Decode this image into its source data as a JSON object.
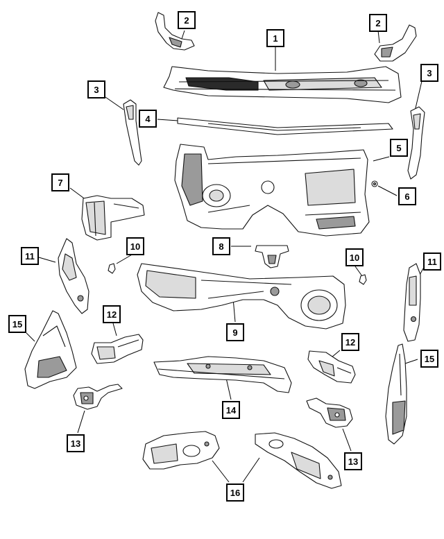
{
  "callouts": [
    {
      "id": "c1",
      "label": "1"
    },
    {
      "id": "c2a",
      "label": "2"
    },
    {
      "id": "c2b",
      "label": "2"
    },
    {
      "id": "c3a",
      "label": "3"
    },
    {
      "id": "c3b",
      "label": "3"
    },
    {
      "id": "c4",
      "label": "4"
    },
    {
      "id": "c5",
      "label": "5"
    },
    {
      "id": "c6",
      "label": "6"
    },
    {
      "id": "c7",
      "label": "7"
    },
    {
      "id": "c8",
      "label": "8"
    },
    {
      "id": "c9",
      "label": "9"
    },
    {
      "id": "c10a",
      "label": "10"
    },
    {
      "id": "c10b",
      "label": "10"
    },
    {
      "id": "c11a",
      "label": "11"
    },
    {
      "id": "c11b",
      "label": "11"
    },
    {
      "id": "c12a",
      "label": "12"
    },
    {
      "id": "c12b",
      "label": "12"
    },
    {
      "id": "c13a",
      "label": "13"
    },
    {
      "id": "c13b",
      "label": "13"
    },
    {
      "id": "c14",
      "label": "14"
    },
    {
      "id": "c15a",
      "label": "15"
    },
    {
      "id": "c15b",
      "label": "15"
    },
    {
      "id": "c16",
      "label": "16"
    }
  ]
}
